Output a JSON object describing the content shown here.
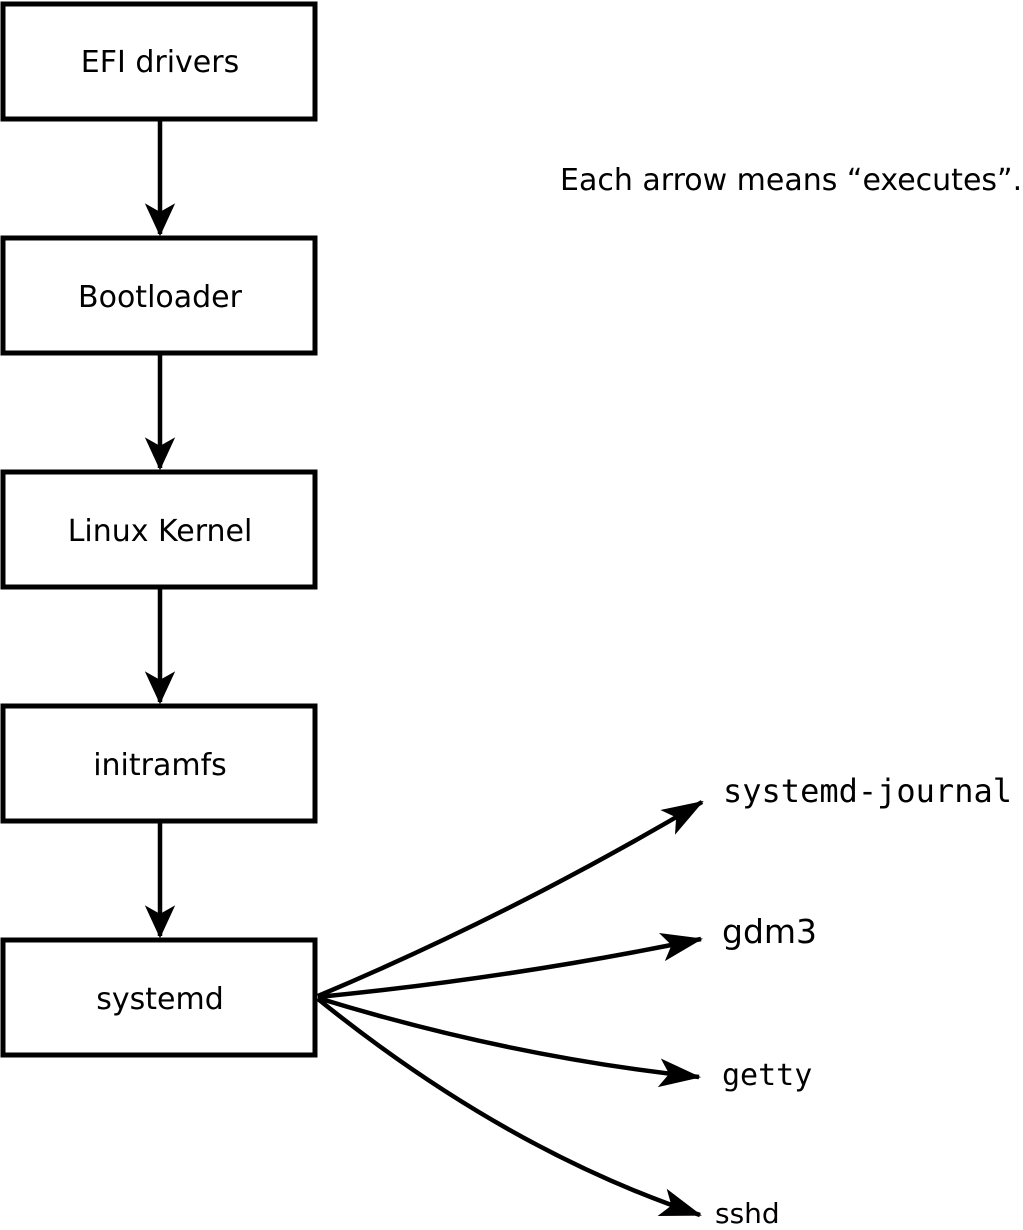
{
  "note": "Each arrow means “executes”.",
  "nodes": [
    {
      "id": "efi-drivers",
      "label": "EFI drivers"
    },
    {
      "id": "bootloader",
      "label": "Bootloader"
    },
    {
      "id": "linux-kernel",
      "label": "Linux Kernel"
    },
    {
      "id": "initramfs",
      "label": "initramfs"
    },
    {
      "id": "systemd",
      "label": "systemd"
    }
  ],
  "spawned": [
    {
      "id": "systemd-journal",
      "label": "systemd-journal"
    },
    {
      "id": "gdm3",
      "label": "gdm3"
    },
    {
      "id": "getty",
      "label": "getty"
    },
    {
      "id": "sshd",
      "label": "sshd"
    }
  ],
  "colors": {
    "ink": "#000000",
    "background": "#ffffff",
    "box_fill": "#ffffff"
  }
}
